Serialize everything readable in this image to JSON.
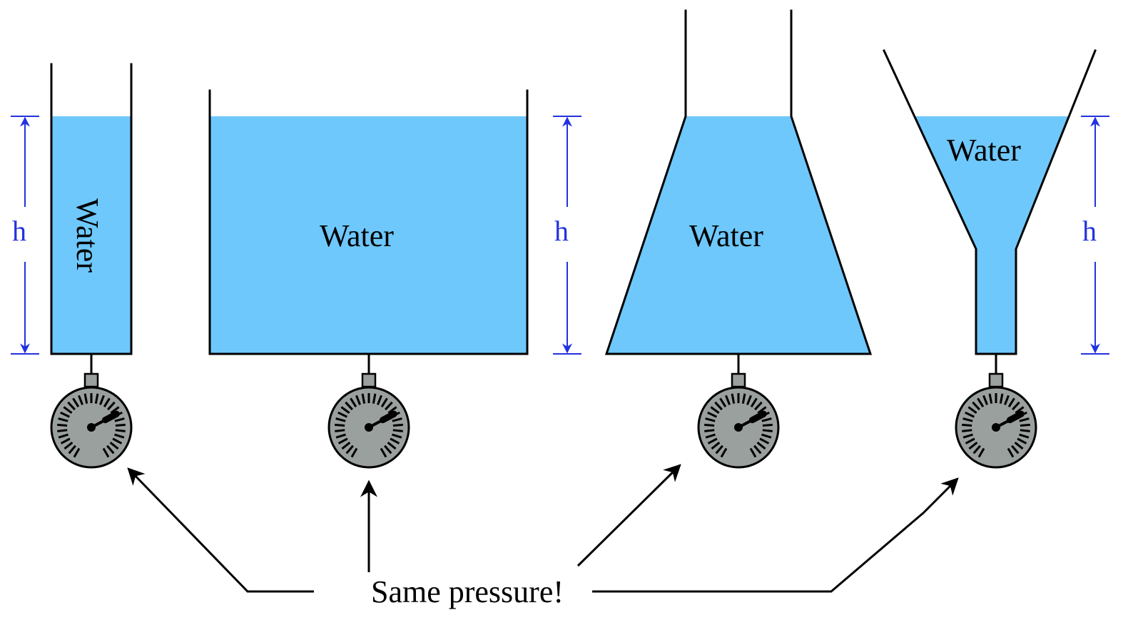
{
  "colors": {
    "water": "#6ec8fb",
    "dimension": "#2233dd",
    "outline": "#000000",
    "gauge": "#9aa09e"
  },
  "vessels": [
    {
      "id": "narrow-column",
      "shape": "column",
      "label": "Water",
      "label_rotated": true,
      "gauge_reading": "same"
    },
    {
      "id": "wide-tank",
      "shape": "rectangle",
      "label": "Water",
      "label_rotated": false,
      "gauge_reading": "same"
    },
    {
      "id": "tapered-flask",
      "shape": "flask",
      "label": "Water",
      "label_rotated": false,
      "gauge_reading": "same"
    },
    {
      "id": "funnel",
      "shape": "funnel",
      "label": "Water",
      "label_rotated": false,
      "gauge_reading": "same"
    }
  ],
  "height_markers": [
    "h",
    "h",
    "h"
  ],
  "caption": "Same pressure!",
  "icons": {
    "gauge": "pressure-gauge-icon",
    "arrow": "arrow-head-icon"
  }
}
